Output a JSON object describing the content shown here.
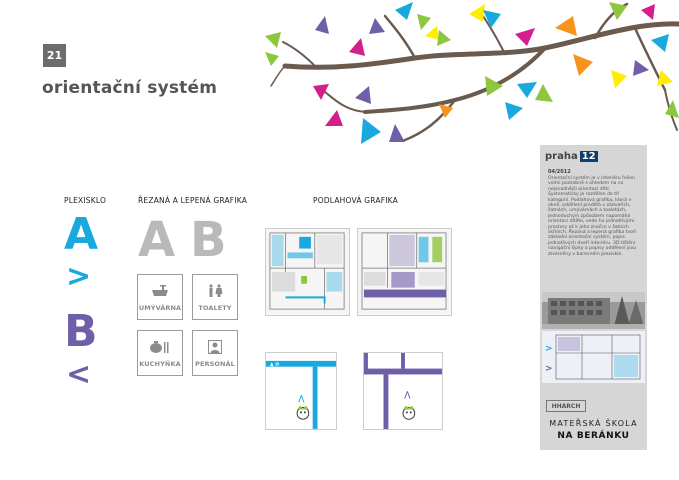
{
  "header": {
    "page_number": "21",
    "title": "orientační systém"
  },
  "columns": {
    "plexisklo": "PLEXISKLO",
    "rezana": "ŘEZANÁ A  LEPENÁ GRAFIKA",
    "podlahova": "PODLAHOVÁ GRAFIKA"
  },
  "plexisklo": {
    "letter_a": "A",
    "letter_b": "B",
    "arrow_a": ">",
    "arrow_b": "<"
  },
  "rezana": {
    "letter_a": "A",
    "letter_b": "B",
    "signs": [
      {
        "label": "UMÝVÁRNA",
        "icon": "washbasin-icon"
      },
      {
        "label": "TOALETY",
        "icon": "toilet-figures-icon"
      },
      {
        "label": "KUCHYŇKA",
        "icon": "kitchen-icon"
      },
      {
        "label": "PERSONÁL",
        "icon": "person-icon"
      }
    ]
  },
  "card": {
    "logo_text": "praha",
    "logo_number": "12",
    "date": "04/2012",
    "description": "Orientační systém je v interiéru řešen velmi podrobně s ohledem na co nejsnadnější orientaci dětí. Systematicky je rozdělen do tří kategorií. Podlahová grafika, která v okně, oddělení prodlítá v zádveřích, šatnách, umývárnách a toaletách, jednoduchým způsobem napomáhá orientaci dítěte, vede ho jednotlivými prostory až k jeho značce v šatních skříních. Řezaná a lepená grafika tvoří základní orientační systém, popis jednotlivých dveří interiéru. 3D tištění navigační šipky a popisy oddělení jsou ztvárněny v barevném plexiskle.",
    "architect_logo": "HHARCH",
    "school_top": "MATEŘSKÁ ŠKOLA",
    "school_bottom": "NA BERÁNKU"
  },
  "colors": {
    "cyan": "#19a9de",
    "purple": "#6f5ea8",
    "grey": "#b9b9b9",
    "green": "#8dc63f",
    "magenta": "#d21f8c",
    "orange": "#f7941d",
    "yellow": "#ffee00"
  }
}
